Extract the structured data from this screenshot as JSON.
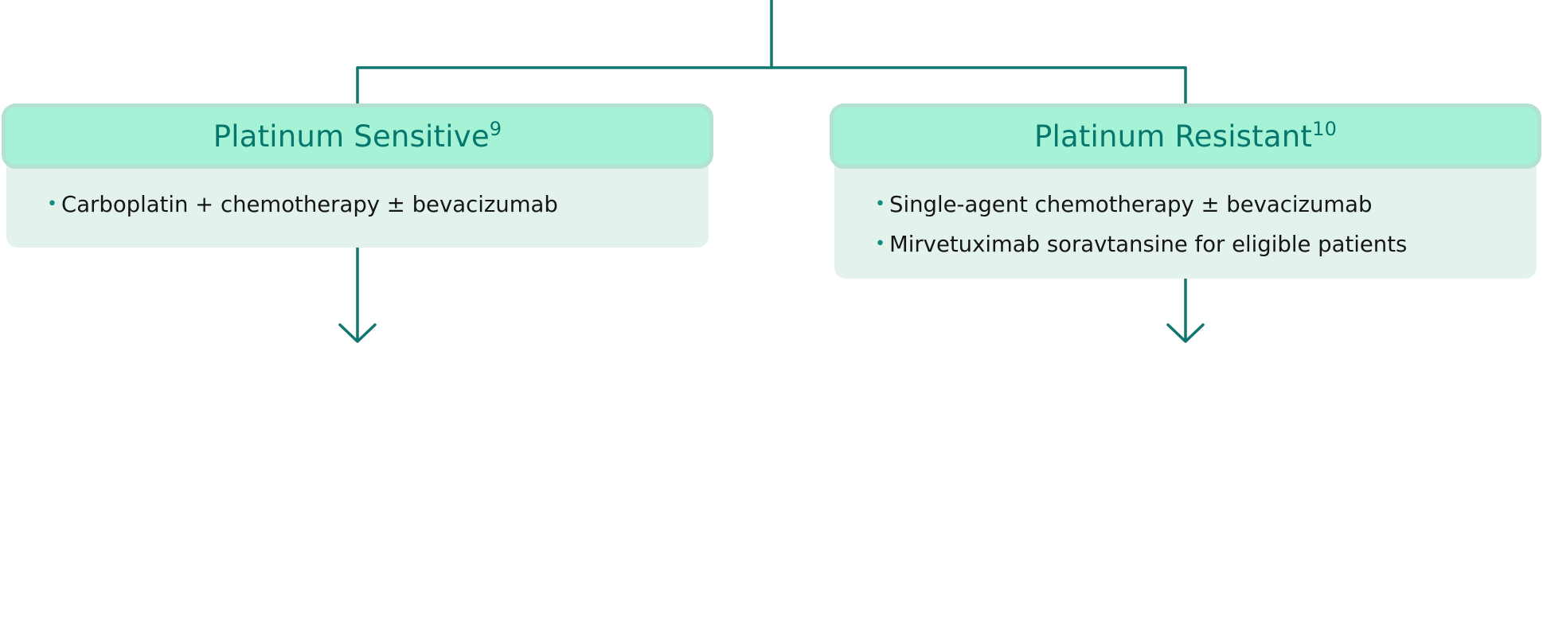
{
  "colors": {
    "connector": "#0f7770",
    "header_fill": "#a6f2d6",
    "header_border": "#b3e2d0",
    "body_fill": "#e3f3ec",
    "title_text": "#05776c",
    "bullet": "#0e8e80",
    "item_text": "#161616"
  },
  "branches": [
    {
      "title": "Platinum Sensitive",
      "superscript": "9",
      "items": [
        "Carboplatin + chemotherapy ± bevacizumab"
      ]
    },
    {
      "title": "Platinum Resistant",
      "superscript": "10",
      "items": [
        "Single-agent chemotherapy ± bevacizumab",
        "Mirvetuximab soravtansine for eligible patients"
      ]
    }
  ]
}
